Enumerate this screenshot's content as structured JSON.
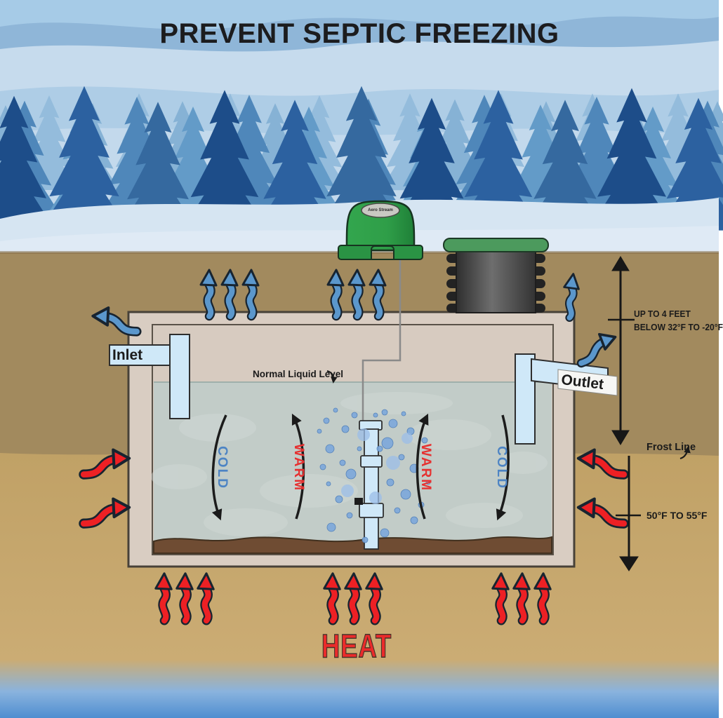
{
  "title": "PREVENT SEPTIC FREEZING",
  "tank": {
    "inlet_label": "Inlet",
    "outlet_label": "Outlet",
    "liquid_level_label": "Normal Liquid Level",
    "convection": {
      "cold_label": "COLD",
      "warm_label": "WARM"
    }
  },
  "aerator": {
    "brand_label": "Aero Stream"
  },
  "annotations": {
    "depth": {
      "line1": "UP TO 4 FEET",
      "line2": "BELOW 32°F TO -20°F"
    },
    "frost_line_label": "Frost Line",
    "soil_temp_label": "50°F TO 55°F",
    "heat_label": "HEAT"
  },
  "colors": {
    "cold_text": "#4d84c4",
    "warm_text": "#e63131",
    "heat_text": "#ea2b2b",
    "cold_arrow": "#5b97cc",
    "heat_arrow": "#ed2024",
    "aerator_green": "#2f9e48",
    "riser_lid_green": "#4c9a5d",
    "soil_above_frost": "#a28a5e",
    "soil_below_frost": "#c6a76e",
    "tank_wall": "#d9cdc2",
    "water": "#c2ccc8",
    "pipe": "#cfe8f8",
    "sky": "#a6cbe7"
  }
}
